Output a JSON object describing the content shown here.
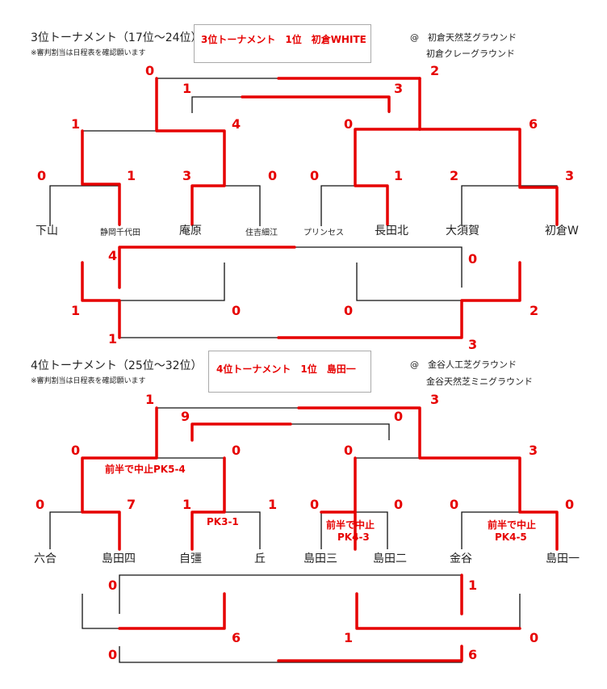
{
  "section3": {
    "title": "3位トーナメント（17位～24位）",
    "note": "※審判割当は日程表を確認願います",
    "result": "3位トーナメント　1位　初倉WHITE",
    "venue1": "@　初倉天然芝グラウンド",
    "venue2": "初倉クレーグラウンド",
    "teams": [
      "下山",
      "静岡千代田",
      "庵原",
      "住吉細江",
      "プリンセス",
      "長田北",
      "大須賀",
      "初倉W"
    ],
    "scores": {
      "r1": [
        "0",
        "1",
        "3",
        "0",
        "0",
        "1",
        "2",
        "3"
      ],
      "qf": [
        "1",
        "4",
        "0",
        "6"
      ],
      "sf": [
        "0",
        "2"
      ],
      "third": [
        "1",
        "3"
      ],
      "cons": [
        "1",
        "0",
        "0",
        "2"
      ],
      "cons_top": [
        "4",
        "0"
      ],
      "cons_final": [
        "1",
        "3"
      ]
    }
  },
  "section4": {
    "title": "4位トーナメント（25位～32位）",
    "note": "※審判割当は日程表を確認願います",
    "result": "4位トーナメント　1位　島田一",
    "venue1": "@　金谷人工芝グラウンド",
    "venue2": "金谷天然芝ミニグラウンド",
    "teams": [
      "六合",
      "島田四",
      "自彊",
      "丘",
      "島田三",
      "島田二",
      "金谷",
      "島田一"
    ],
    "scores": {
      "r1": [
        "0",
        "7",
        "1",
        "1",
        "0",
        "0",
        "0",
        "0"
      ],
      "qf": [
        "0",
        "0",
        "0",
        "3"
      ],
      "sf": [
        "1",
        "3"
      ],
      "third": [
        "9",
        "0"
      ],
      "cons_top": [
        "0",
        "1"
      ],
      "cons": [
        "6",
        "1",
        "0"
      ],
      "cons_final": [
        "0",
        "6"
      ]
    },
    "annotations": {
      "a1": "前半で中止PK5-4",
      "a2": "PK3-1",
      "a3": "前半で中止",
      "a3b": "PK4-3",
      "a4": "前半で中止",
      "a4b": "PK4-5"
    }
  },
  "colors": {
    "winner_line": "#e60000",
    "line": "#111111",
    "score": "#e60000"
  }
}
